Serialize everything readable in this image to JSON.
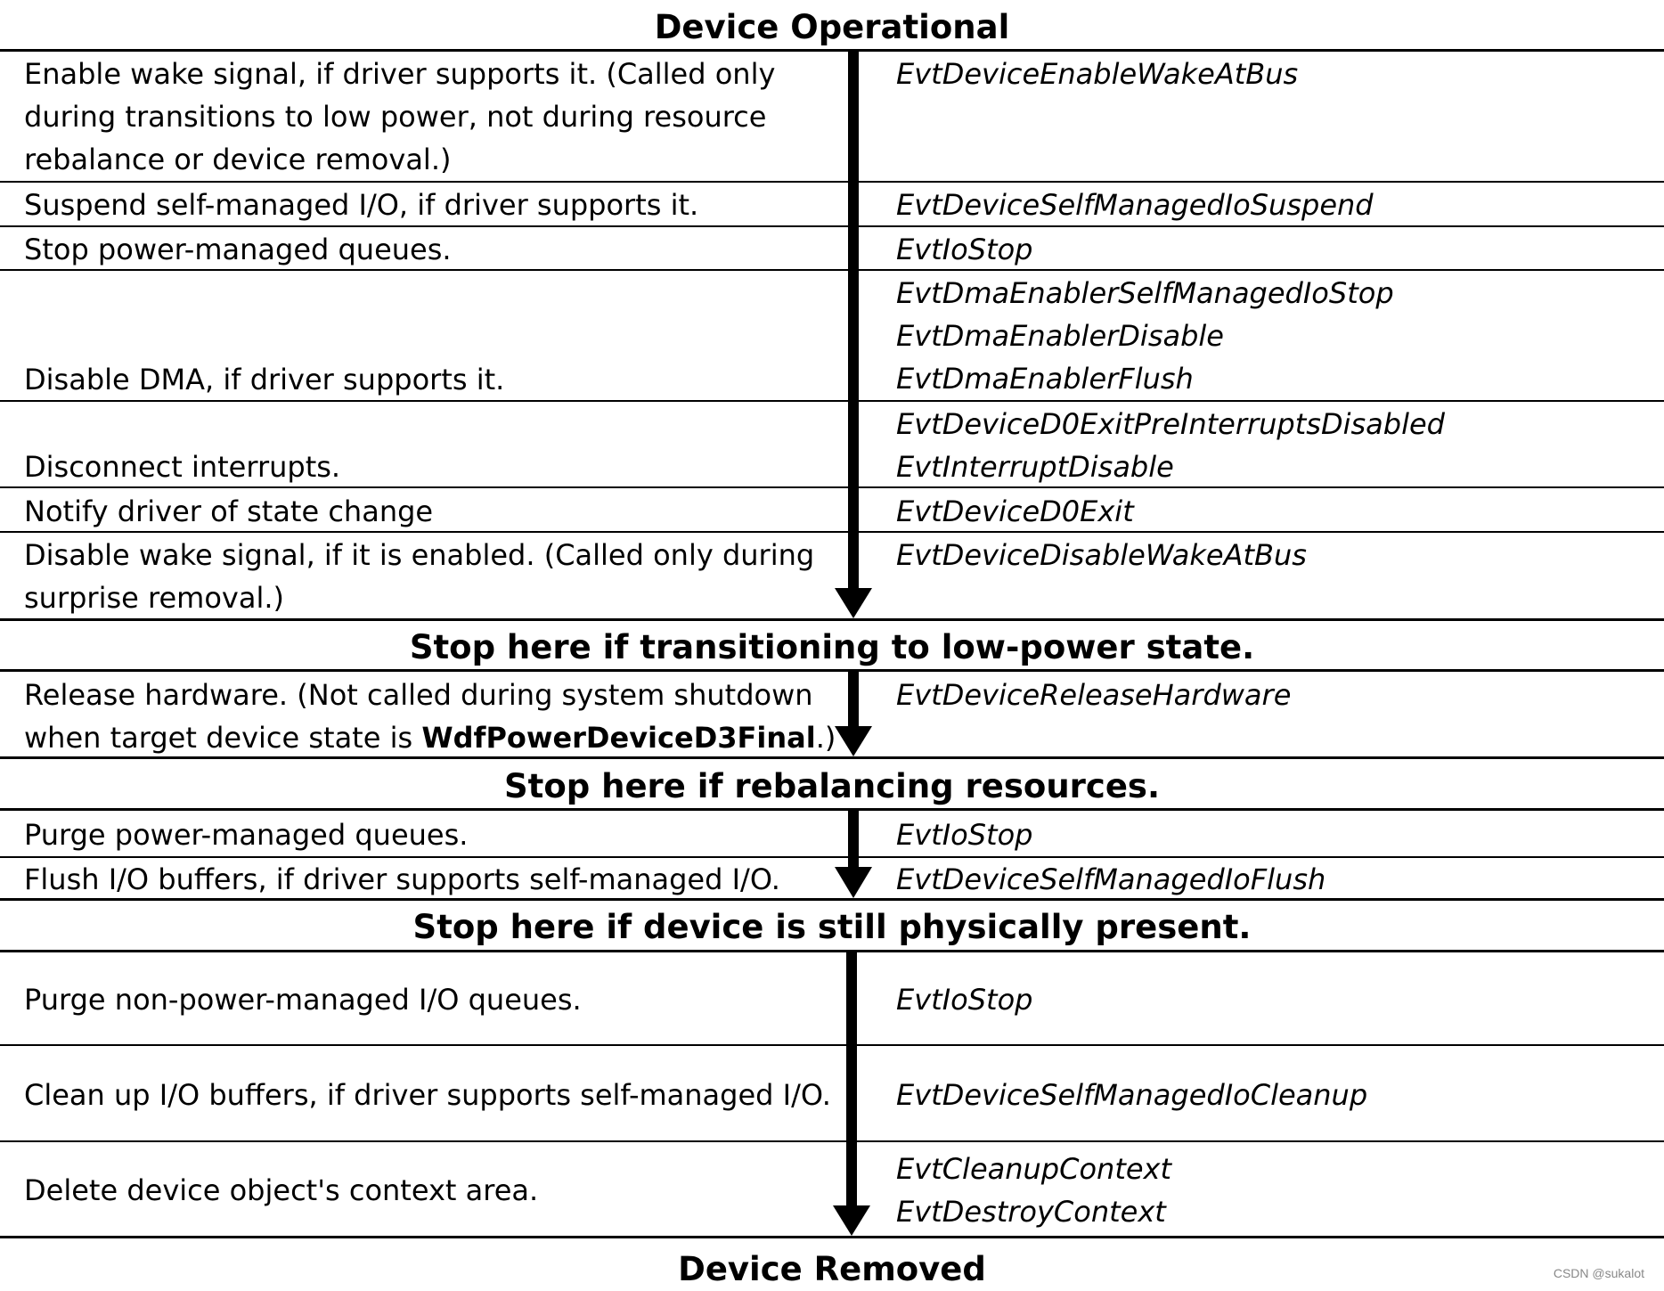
{
  "headers": {
    "top": "Device Operational",
    "stop_low_power": "Stop here if transitioning to low-power state.",
    "stop_rebalance": "Stop here if rebalancing resources.",
    "stop_present": "Stop here if device is still physically present.",
    "bottom": "Device Removed"
  },
  "rows": [
    {
      "description": "Enable wake signal, if driver supports it. (Called only during transitions to low power, not during resource rebalance or device removal.)",
      "callbacks": [
        "EvtDeviceEnableWakeAtBus"
      ]
    },
    {
      "description": "Suspend self-managed I/O, if driver supports it.",
      "callbacks": [
        "EvtDeviceSelfManagedIoSuspend"
      ]
    },
    {
      "description": "Stop power-managed queues.",
      "callbacks": [
        "EvtIoStop"
      ]
    },
    {
      "description": "Disable DMA, if driver supports it.",
      "callbacks": [
        "EvtDmaEnablerSelfManagedIoStop",
        "EvtDmaEnablerDisable",
        "EvtDmaEnablerFlush"
      ]
    },
    {
      "description": "Disconnect interrupts.",
      "callbacks": [
        "EvtDeviceD0ExitPreInterruptsDisabled",
        "EvtInterruptDisable"
      ]
    },
    {
      "description": "Notify driver of state change",
      "callbacks": [
        "EvtDeviceD0Exit"
      ]
    },
    {
      "description": "Disable wake signal, if it is enabled. (Called only during surprise removal.)",
      "callbacks": [
        "EvtDeviceDisableWakeAtBus"
      ]
    },
    {
      "description_pre": "Release hardware. (Not called during system shutdown when target device state is ",
      "description_bold": "WdfPowerDeviceD3Final",
      "description_post": ".)",
      "callbacks": [
        "EvtDeviceReleaseHardware"
      ]
    },
    {
      "description": "Purge power-managed queues.",
      "callbacks": [
        "EvtIoStop"
      ]
    },
    {
      "description": "Flush I/O buffers, if driver supports self-managed I/O.",
      "callbacks": [
        "EvtDeviceSelfManagedIoFlush"
      ]
    },
    {
      "description": "Purge non-power-managed I/O queues.",
      "callbacks": [
        "EvtIoStop"
      ]
    },
    {
      "description": "Clean up I/O buffers, if driver supports self-managed I/O.",
      "callbacks": [
        "EvtDeviceSelfManagedIoCleanup"
      ]
    },
    {
      "description": "Delete device object's context area.",
      "callbacks": [
        "EvtCleanupContext",
        "EvtDestroyContext"
      ]
    }
  ],
  "watermark": "CSDN @sukalot"
}
